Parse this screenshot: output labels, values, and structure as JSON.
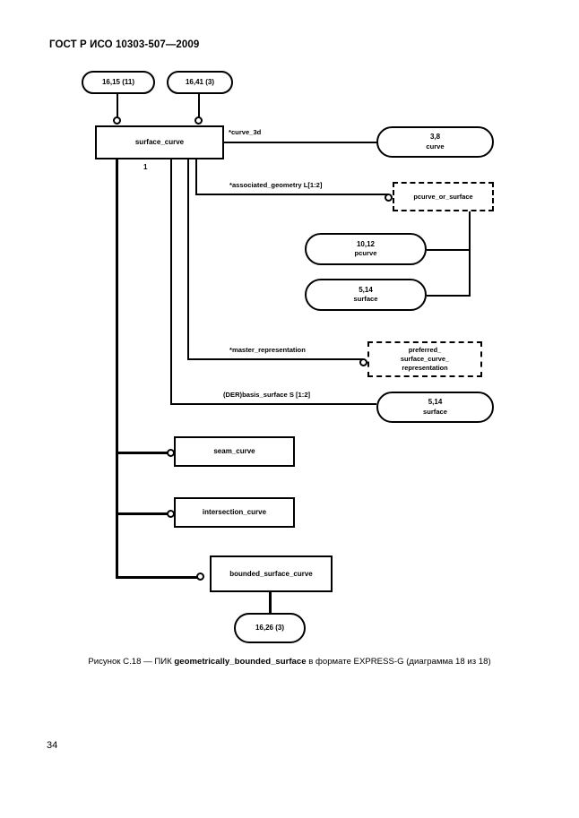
{
  "document": {
    "standard_header": "ГОСТ Р ИСО 10303-507—2009",
    "page_number": "34"
  },
  "caption": {
    "prefix": "Рисунок С.18 — ПИК ",
    "entity": "geometrically_bounded_surface",
    "suffix": " в формате EXPRESS-G (диаграмма  18 из 18)"
  },
  "diagram": {
    "type": "EXPRESS-G",
    "page_refs": [
      {
        "id": "ref-top-left",
        "label": "16,15 (11)"
      },
      {
        "id": "ref-top-right",
        "label": "16,41 (3)"
      },
      {
        "id": "ref-bottom",
        "label": "16,26 (3)"
      }
    ],
    "entities": [
      {
        "id": "surface-curve",
        "label": "surface_curve"
      },
      {
        "id": "seam-curve",
        "label": "seam_curve"
      },
      {
        "id": "intersection-curve",
        "label": "intersection_curve"
      },
      {
        "id": "bounded-surface-curve",
        "label": "bounded_surface_curve"
      }
    ],
    "select_types": [
      {
        "id": "pcurve-or-surface",
        "label": "pcurve_or_surface"
      },
      {
        "id": "preferred-surface-curve-representation",
        "line1": "preferred_",
        "line2": "surface_curve_",
        "line3": "representation"
      }
    ],
    "type_refs": [
      {
        "id": "curve-ref",
        "page": "3,8",
        "name": "curve"
      },
      {
        "id": "pcurve-ref",
        "page": "10,12",
        "name": "pcurve"
      },
      {
        "id": "surface-ref-1",
        "page": "5,14",
        "name": "surface"
      },
      {
        "id": "surface-ref-2",
        "page": "5,14",
        "name": "surface"
      }
    ],
    "attributes": [
      {
        "id": "attr-curve-3d",
        "label": "*curve_3d"
      },
      {
        "id": "attr-associated-geometry",
        "label": "*associated_geometry L[1:2]"
      },
      {
        "id": "attr-master-representation",
        "label": "*master_representation"
      },
      {
        "id": "attr-basis-surface",
        "label": "(DER)basis_surface S [1:2]"
      }
    ],
    "cardinality": [
      {
        "id": "card-one",
        "label": "1"
      }
    ]
  }
}
